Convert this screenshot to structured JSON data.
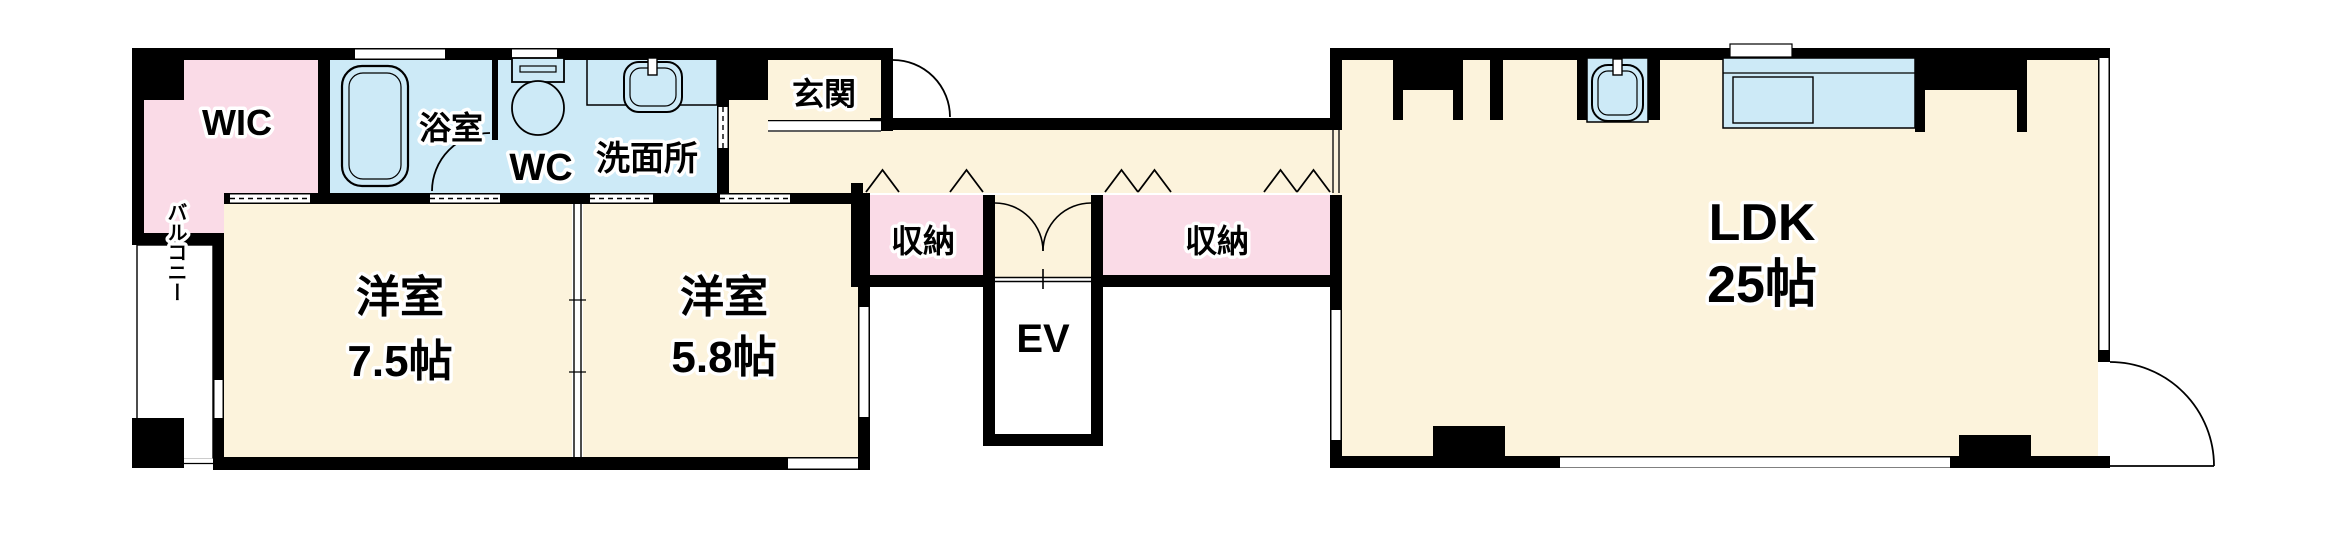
{
  "plan": {
    "type": "apartment-floor-plan",
    "rooms": {
      "wic": {
        "label": "WIC"
      },
      "bathroom": {
        "label": "浴室"
      },
      "toilet": {
        "label": "WC"
      },
      "washroom": {
        "label": "洗面所"
      },
      "entrance": {
        "label": "玄関"
      },
      "balcony": {
        "label": "バルコニー"
      },
      "western_room_large": {
        "label": "洋室",
        "size": "7.5帖"
      },
      "western_room_small": {
        "label": "洋室",
        "size": "5.8帖"
      },
      "storage_west": {
        "label": "収納"
      },
      "storage_east": {
        "label": "収納"
      },
      "elevator": {
        "label": "EV"
      },
      "ldk": {
        "label": "LDK",
        "size": "25帖"
      }
    },
    "colors": {
      "room_cream": "#FCF3DC",
      "wet_area_blue": "#CDEAF7",
      "closet_pink": "#FADBE7",
      "wall_black": "#000000",
      "outdoor_white": "#FFFFFF"
    },
    "fixtures": [
      "bathtub-icon",
      "toilet-icon",
      "washbasin-icon",
      "washbasin-icon",
      "kitchen-sink-icon",
      "elevator-door-icon",
      "door-arc-icon"
    ]
  }
}
